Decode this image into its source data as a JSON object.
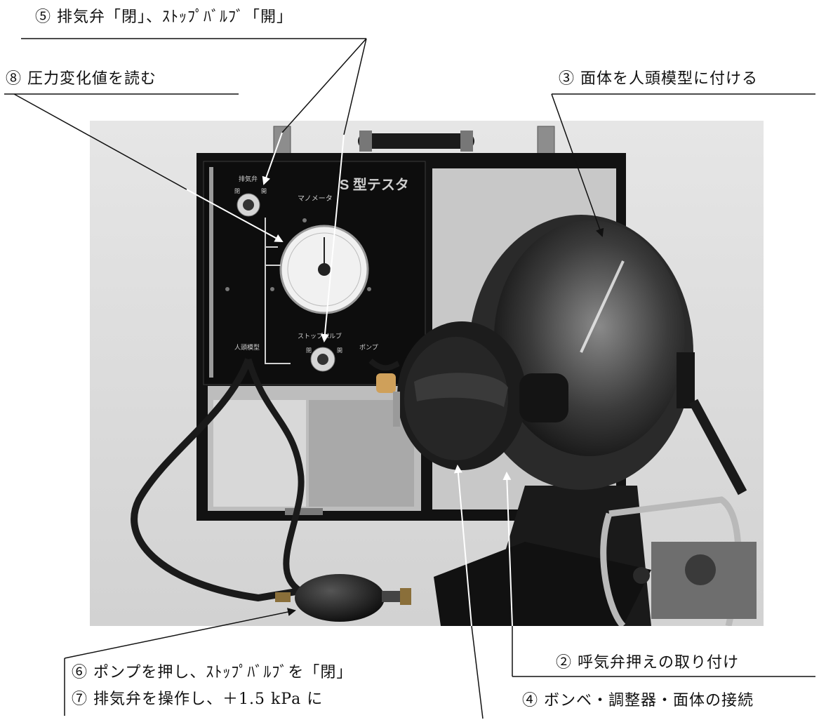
{
  "labels": {
    "step5": "⑤ 排気弁「閉」、ｽﾄｯﾌﾟﾊﾞﾙﾌﾞ「開」",
    "step8": "⑧ 圧力変化値を読む",
    "step3": "③ 面体を人頭模型に付ける",
    "step6": "⑥ ポンプを押し、ｽﾄｯﾌﾟﾊﾞﾙﾌﾞを「閉」",
    "step7": "⑦ 排気弁を操作し、＋1.5 kPa に",
    "step2": "② 呼気弁押えの取り付け",
    "step4": "④ ボンベ・調整器・面体の接続"
  },
  "panel": {
    "title": "S 型テスタ",
    "exhaust_valve": "排気弁",
    "manometer": "マノメータ",
    "stop_valve": "ストップバルブ",
    "head_model": "人頭模型",
    "pump": "ポンプ",
    "close_mark": "閉",
    "open_mark": "開"
  }
}
